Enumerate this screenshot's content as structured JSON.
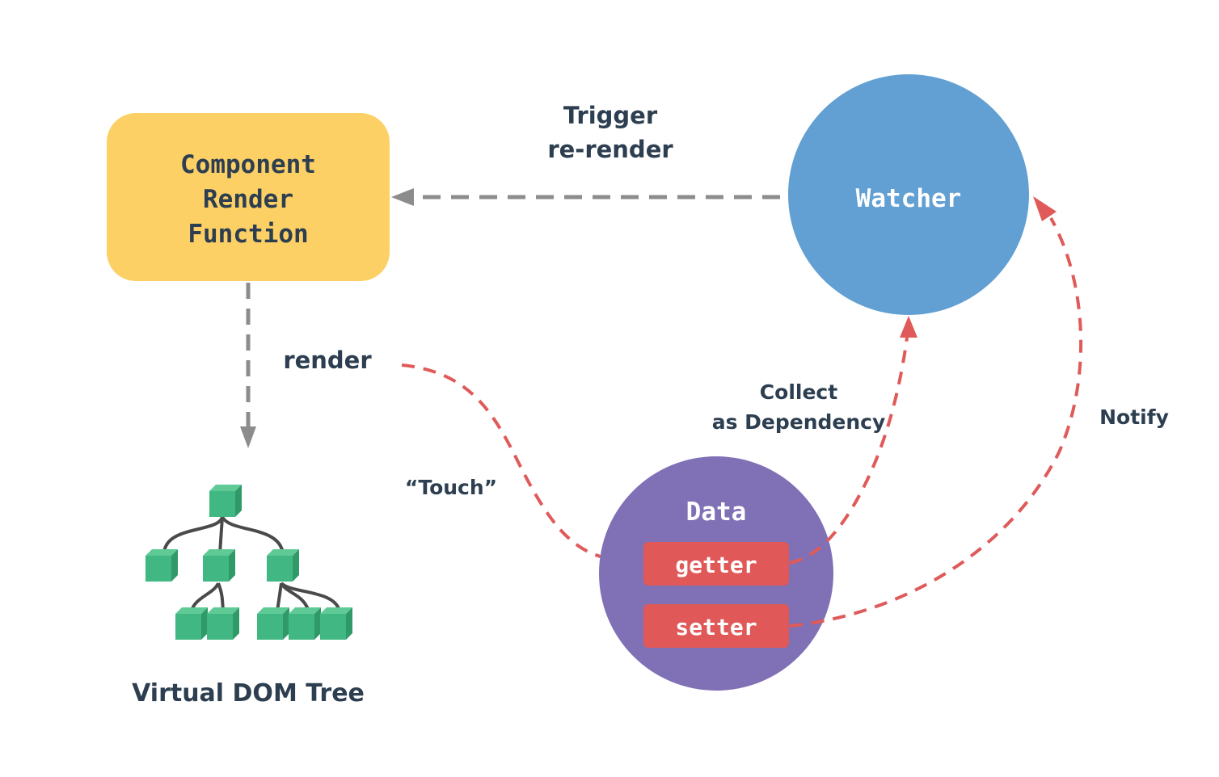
{
  "colors": {
    "component_box": "#fdd066",
    "watcher_circle": "#629fd2",
    "data_circle": "#8070b5",
    "accessor_box": "#e05858",
    "text_dark": "#2c3e50",
    "text_light": "#ffffff",
    "gray_arrow": "#8c8c8c",
    "red_arrow": "#e05a5a",
    "vdom_node": "#41b883",
    "vdom_node_side": "#2f9a68",
    "vdom_edge": "#4a4a4a"
  },
  "nodes": {
    "component": {
      "lines": [
        "Component",
        "Render",
        "Function"
      ]
    },
    "watcher": {
      "label": "Watcher"
    },
    "data": {
      "label": "Data",
      "getter": "getter",
      "setter": "setter"
    },
    "vdom": {
      "label": "Virtual DOM Tree"
    }
  },
  "edges": {
    "trigger": {
      "lines": [
        "Trigger",
        "re-render"
      ]
    },
    "render": {
      "label": "render"
    },
    "touch": {
      "label": "“Touch”"
    },
    "collect": {
      "lines": [
        "Collect",
        "as Dependency"
      ]
    },
    "notify": {
      "label": "Notify"
    }
  }
}
